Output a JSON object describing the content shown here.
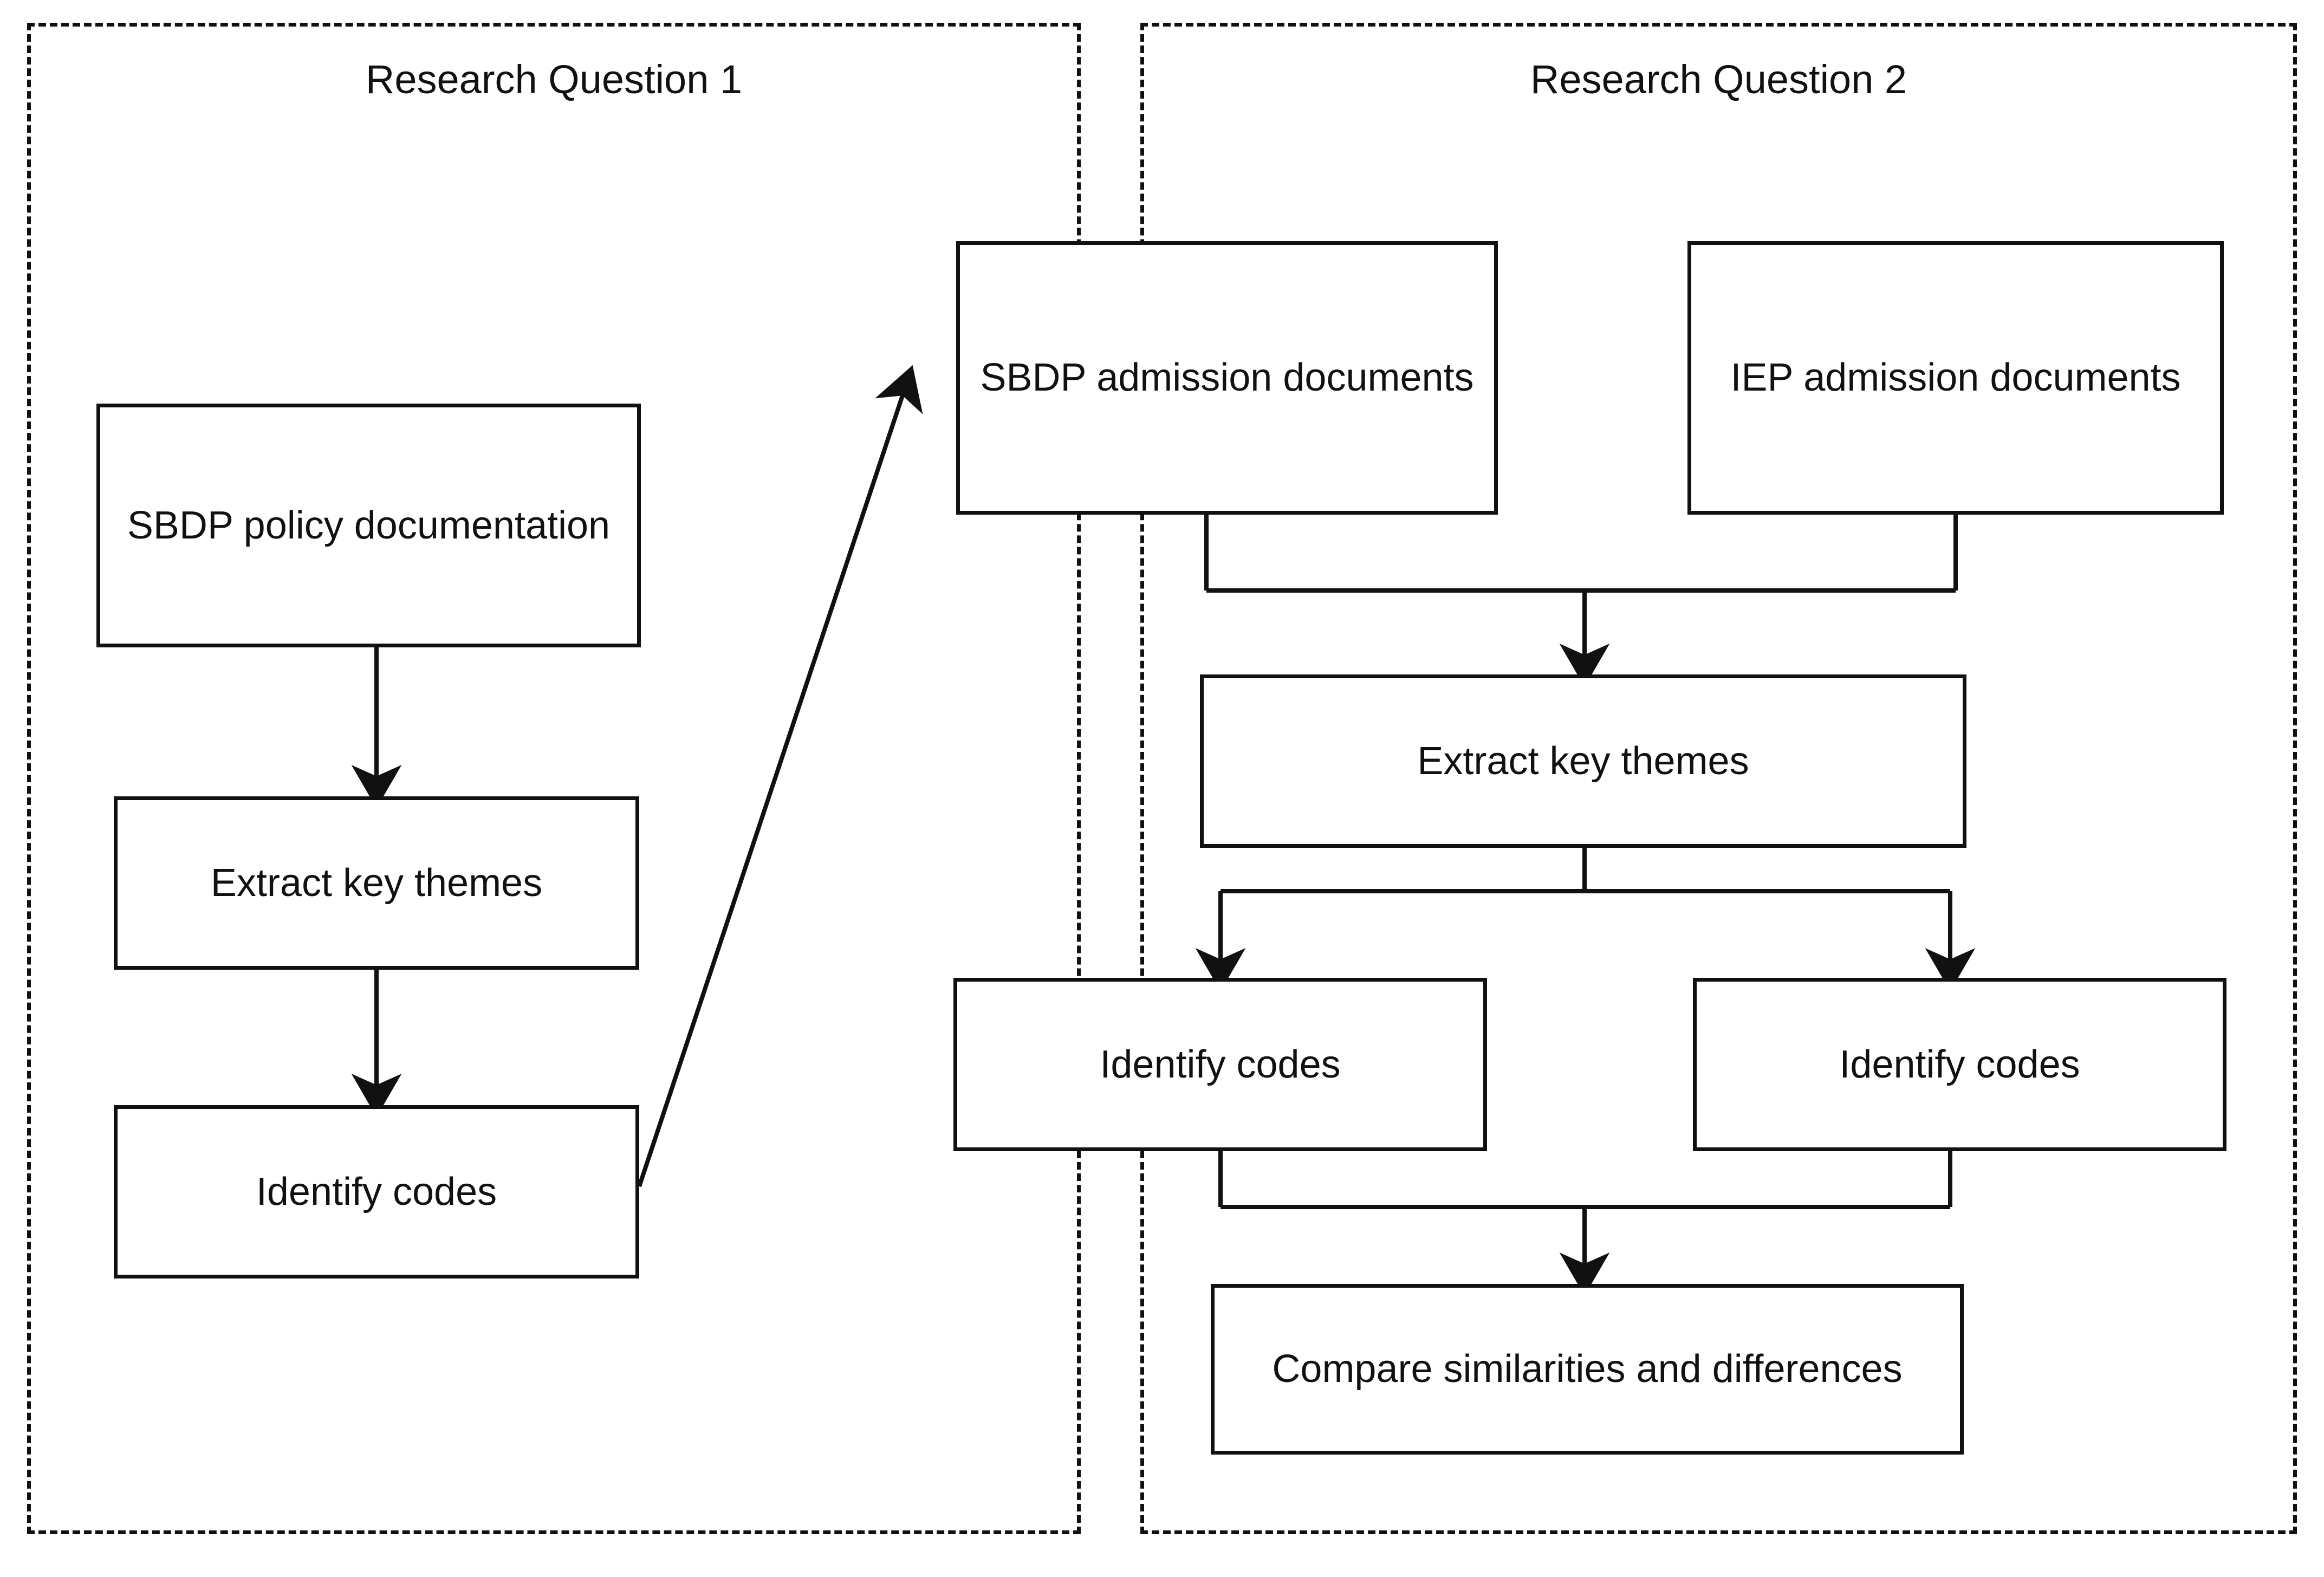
{
  "figure": {
    "type": "flowchart",
    "orientation": "two-column-panels",
    "background_color": "#ffffff",
    "line_color": "#111111"
  },
  "panels": [
    {
      "id": "rq1",
      "title": "Research Question 1",
      "border_style": "dashed"
    },
    {
      "id": "rq2",
      "title": "Research Question 2",
      "border_style": "dashed"
    }
  ],
  "nodes": {
    "rq1_source": "SBDP policy documentation",
    "rq1_extract": "Extract key themes",
    "rq1_codes": "Identify codes",
    "rq2_sbdp_docs": "SBDP admission documents",
    "rq2_iep_docs": "IEP admission documents",
    "rq2_extract": "Extract key themes",
    "rq2_codes_left": "Identify codes",
    "rq2_codes_right": "Identify codes",
    "rq2_compare": "Compare similarities and differences"
  },
  "edges": [
    {
      "from": "rq1_source",
      "to": "rq1_extract",
      "style": "vertical-arrow"
    },
    {
      "from": "rq1_extract",
      "to": "rq1_codes",
      "style": "vertical-arrow"
    },
    {
      "from": "rq1_codes",
      "to": "rq2_sbdp_docs",
      "style": "diagonal-arrow"
    },
    {
      "from": "rq2_sbdp_docs",
      "to": "rq2_extract",
      "style": "merge-arrow"
    },
    {
      "from": "rq2_iep_docs",
      "to": "rq2_extract",
      "style": "merge-arrow"
    },
    {
      "from": "rq2_extract",
      "to": "rq2_codes_left",
      "style": "split-arrow"
    },
    {
      "from": "rq2_extract",
      "to": "rq2_codes_right",
      "style": "split-arrow"
    },
    {
      "from": "rq2_codes_left",
      "to": "rq2_compare",
      "style": "merge-arrow"
    },
    {
      "from": "rq2_codes_right",
      "to": "rq2_compare",
      "style": "merge-arrow"
    }
  ]
}
